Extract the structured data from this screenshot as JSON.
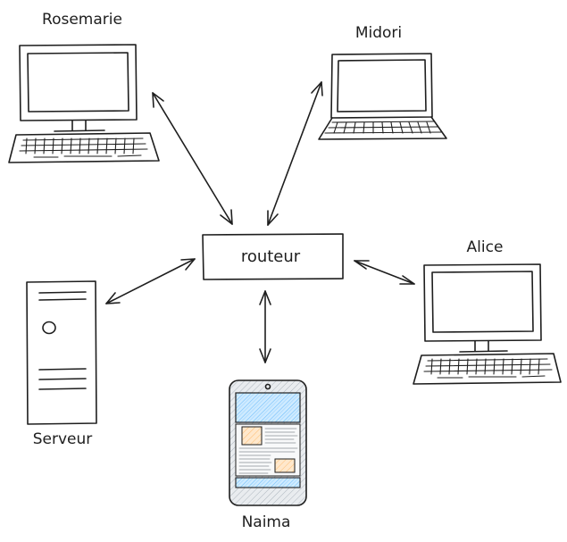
{
  "nodes": {
    "rosemarie": {
      "label": "Rosemarie"
    },
    "midori": {
      "label": "Midori"
    },
    "alice": {
      "label": "Alice"
    },
    "serveur": {
      "label": "Serveur"
    },
    "naima": {
      "label": "Naima"
    },
    "router": {
      "label": "routeur"
    }
  },
  "edges": [
    {
      "from": "rosemarie",
      "to": "router",
      "bidirectional": true
    },
    {
      "from": "midori",
      "to": "router",
      "bidirectional": true
    },
    {
      "from": "alice",
      "to": "router",
      "bidirectional": true
    },
    {
      "from": "serveur",
      "to": "router",
      "bidirectional": true
    },
    {
      "from": "naima",
      "to": "router",
      "bidirectional": true
    }
  ],
  "colors": {
    "stroke": "#1e1e1e",
    "phone_screen": "#a5d8ff",
    "phone_image": "#ffd8a8",
    "phone_body": "#ced4da"
  }
}
